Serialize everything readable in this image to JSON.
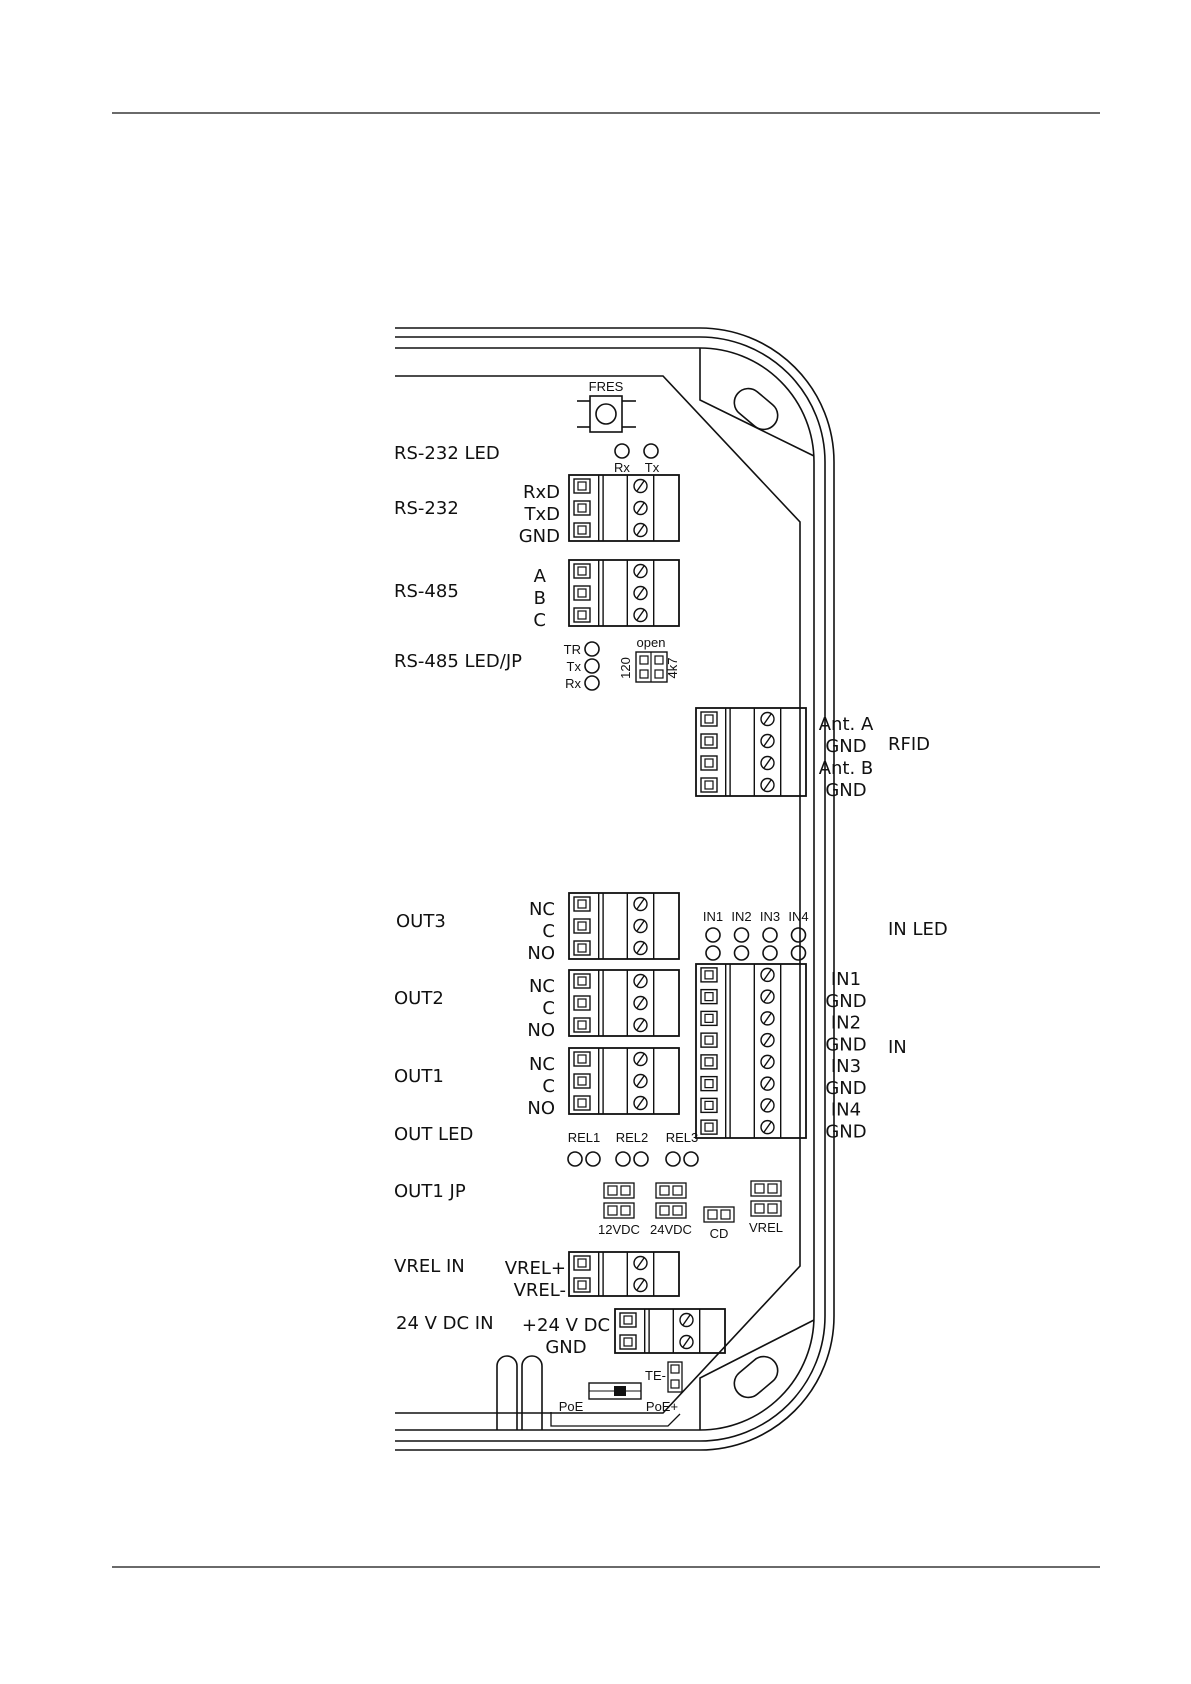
{
  "colors": {
    "line": "#111111",
    "background": "#ffffff"
  },
  "buttons": {
    "fres": "FRES"
  },
  "side_labels": {
    "rs232_led": "RS-232 LED",
    "rs232": "RS-232",
    "rs485": "RS-485",
    "rs485_led_jp": "RS-485 LED/JP",
    "rfid": "RFID",
    "out3": "OUT3",
    "in_led": "IN LED",
    "out2": "OUT2",
    "in": "IN",
    "out1": "OUT1",
    "out_led": "OUT LED",
    "out1_jp": "OUT1 JP",
    "vrel_in": "VREL IN",
    "dc24_in": "24 V DC IN"
  },
  "rs232_led": {
    "rx": "Rx",
    "tx": "Tx"
  },
  "rs232_pins": [
    "RxD",
    "TxD",
    "GND"
  ],
  "rs485_pins": [
    "A",
    "B",
    "C"
  ],
  "rs485_leds": [
    "TR",
    "Tx",
    "Rx"
  ],
  "rs485_jumper": {
    "top": "open",
    "left": "120",
    "right": "4k7"
  },
  "rfid_pins": [
    "Ant. A",
    "GND",
    "Ant. B",
    "GND"
  ],
  "out3_pins": [
    "NC",
    "C",
    "NO"
  ],
  "out2_pins": [
    "NC",
    "C",
    "NO"
  ],
  "out1_pins": [
    "NC",
    "C",
    "NO"
  ],
  "in_leds": [
    "IN1",
    "IN2",
    "IN3",
    "IN4"
  ],
  "in_pins": [
    "IN1",
    "GND",
    "IN2",
    "GND",
    "IN3",
    "GND",
    "IN4",
    "GND"
  ],
  "rel_leds": [
    "REL1",
    "REL2",
    "REL3"
  ],
  "out1_jumpers": [
    "12VDC",
    "24VDC",
    "CD",
    "VREL"
  ],
  "vrel_pins": [
    "VREL+",
    "VREL-"
  ],
  "dc24_pins": [
    "+24 V DC",
    "GND"
  ],
  "poe": {
    "te": "TE-",
    "poe": "PoE",
    "poe_plus": "PoE+"
  }
}
